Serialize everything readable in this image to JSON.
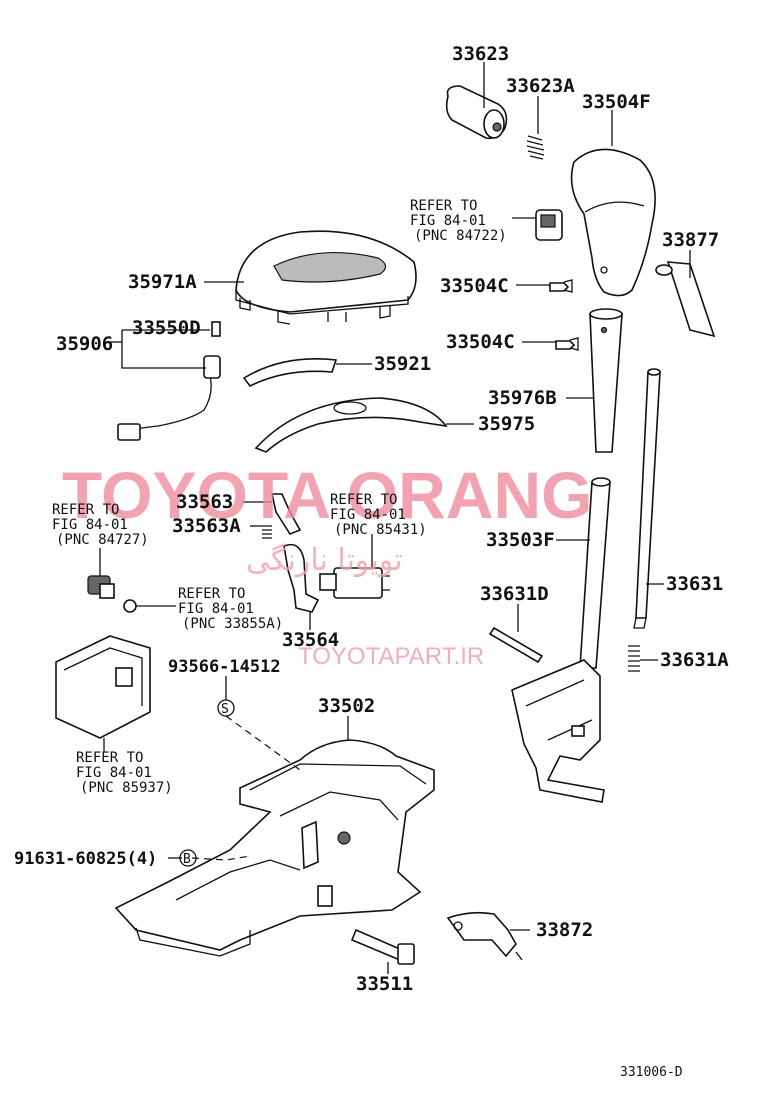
{
  "part_labels": {
    "p33623": "33623",
    "p33623A": "33623A",
    "p33504F": "33504F",
    "p33877": "33877",
    "p33504C_1": "33504C",
    "p33504C_2": "33504C",
    "p35971A": "35971A",
    "p35906": "35906",
    "p33550D": "33550D",
    "p35921": "35921",
    "p35976B": "35976B",
    "p35975": "35975",
    "p33563": "33563",
    "p33563A": "33563A",
    "p33503F": "33503F",
    "p33631": "33631",
    "p33631D": "33631D",
    "p33631A": "33631A",
    "p33564": "33564",
    "p93566": "93566-14512",
    "p33502": "33502",
    "p91631": "91631-60825(4)",
    "p33872": "33872",
    "p33511": "33511"
  },
  "refer_notes": [
    {
      "l1": "REFER TO",
      "l2": "FIG 84-01",
      "l3": "(PNC 84722)"
    },
    {
      "l1": "REFER TO",
      "l2": "FIG 84-01",
      "l3": "(PNC 85431)"
    },
    {
      "l1": "REFER TO",
      "l2": "FIG 84-01",
      "l3": "(PNC 84727)"
    },
    {
      "l1": "REFER TO",
      "l2": "FIG 84-01",
      "l3": "(PNC 33855A)"
    },
    {
      "l1": "REFER TO",
      "l2": "FIG 84-01",
      "l3": "(PNC 85937)"
    }
  ],
  "symbols": {
    "s": "S",
    "b": "B"
  },
  "diagram_code": "331006-D",
  "watermark": {
    "main": "TOYOTA ORANG",
    "farsi": "تویوتا نارنگی",
    "url": "TOYOTAPART.IR",
    "color": "#f08a9a"
  }
}
